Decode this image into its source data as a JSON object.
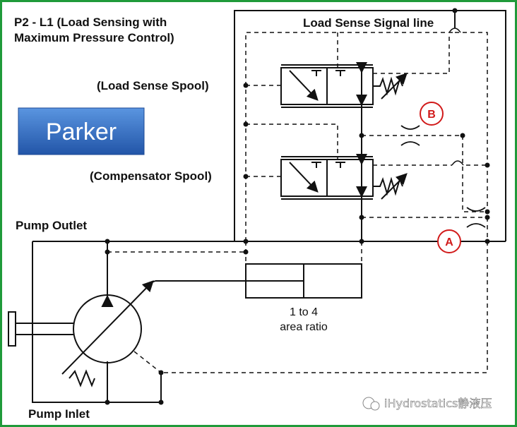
{
  "title": {
    "line1": "P2 - L1 (Load Sensing with",
    "line2": "Maximum Pressure Control)"
  },
  "labels": {
    "load_sense_signal_line": "Load Sense Signal line",
    "load_sense_spool": "(Load Sense Spool)",
    "compensator_spool": "(Compensator Spool)",
    "pump_outlet": "Pump Outlet",
    "pump_inlet": "Pump Inlet",
    "area_ratio_line1": "1 to 4",
    "area_ratio_line2": "area ratio"
  },
  "brand": {
    "logo_text": "Parker",
    "logo_color": "#2f6fc4"
  },
  "tags": {
    "a": "A",
    "b": "B",
    "color": "#d11a1a"
  },
  "watermark": "iHydrostatics静液压",
  "frame_color": "#1f9a3a"
}
